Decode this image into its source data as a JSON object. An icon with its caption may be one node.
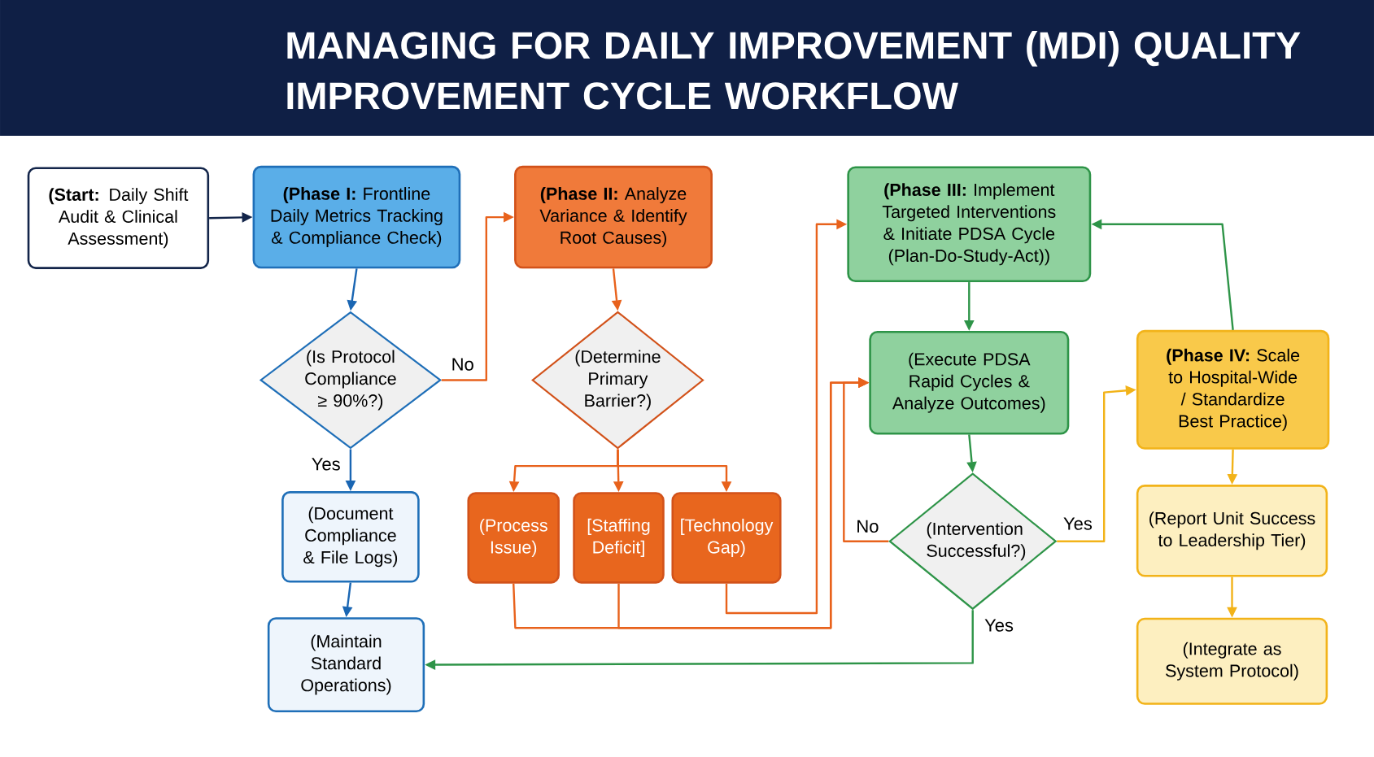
{
  "diagram": {
    "title": "MANAGING FOR DAILY IMPROVEMENT (MDI) QUALITY IMPROVEMENT CYCLE WORKFLOW",
    "nodes": [
      {
        "text": [
          "**(Start:** Daily Shift Audit & Clinical Assessment)"
        ]
      },
      {
        "text": [
          "**(Phase I:** Frontline Daily Metrics Tracking & Compliance Check)"
        ]
      },
      {
        "text": [
          "(Is Protocol Compliance ≥ 90%?)"
        ]
      },
      {
        "text": [
          "(Document Compliance & File Logs)"
        ]
      },
      {
        "text": [
          "(Maintain Standard Operations)"
        ]
      },
      {
        "text": [
          "**(Phase II:** Analyze Variance & Identify Root Causes)"
        ]
      },
      {
        "text": [
          "(Determine Primary Barrier?)"
        ]
      },
      {
        "text": [
          "(Process Issue)"
        ]
      },
      {
        "text": [
          "[Staffing Deficit]"
        ]
      },
      {
        "text": [
          "[Technology Gap)"
        ]
      },
      {
        "text": [
          "**(Phase III:** Implement Targeted Interventions & Initiate PDSA Cycle (Plan-Do-Study-Act))"
        ]
      },
      {
        "text": [
          "(Execute PDSA Rapid Cycles & Analyze Outcomes)"
        ]
      },
      {
        "text": [
          "(Intervention Successful?)"
        ]
      },
      {
        "text": [
          "**(Phase IV:** Scale to Hospital-Wide / Standardize Best Practice)"
        ]
      },
      {
        "text": [
          "(Report Unit Success to Leadership Tier)"
        ]
      },
      {
        "text": [
          "(Integrate as System Protocol)"
        ]
      }
    ],
    "edges": [
      {
        "from": 0,
        "to": 1,
        "arrow": "to",
        "color": "#13254a"
      },
      {
        "from": 1,
        "to": 2,
        "arrow": "to",
        "color": "#1a66b3"
      },
      {
        "from": 2,
        "to": 5,
        "arrow": "to",
        "label": "No",
        "color": "#e8621c"
      },
      {
        "from": 2,
        "to": 3,
        "arrow": "to",
        "label": "Yes",
        "color": "#1a66b3"
      },
      {
        "from": 3,
        "to": 4,
        "arrow": "to",
        "color": "#1a66b3"
      },
      {
        "from": 5,
        "to": 6,
        "arrow": "to",
        "color": "#e8621c"
      },
      {
        "from": 6,
        "to": 7,
        "arrow": "to",
        "color": "#e8621c"
      },
      {
        "from": 6,
        "to": 8,
        "arrow": "to",
        "color": "#e8621c"
      },
      {
        "from": 6,
        "to": 9,
        "arrow": "to",
        "color": "#e8621c"
      },
      {
        "from": 7,
        "to": 11,
        "arrow": "to",
        "color": "#e8621c"
      },
      {
        "from": 8,
        "to": 11,
        "arrow": "to",
        "color": "#e8621c"
      },
      {
        "from": 9,
        "to": 10,
        "arrow": "to",
        "color": "#e8621c"
      },
      {
        "from": 10,
        "to": 11,
        "arrow": "to",
        "color": "#2e9448"
      },
      {
        "from": 11,
        "to": 12,
        "arrow": "to",
        "color": "#2e9448"
      },
      {
        "from": 12,
        "to": 11,
        "arrow": "to",
        "label": "No",
        "color": "#e8621c"
      },
      {
        "from": 12,
        "to": 13,
        "arrow": "to",
        "label": "Yes",
        "color": "#f2b319"
      },
      {
        "from": 12,
        "to": 4,
        "arrow": "to",
        "label": "Yes",
        "color": "#2e9448"
      },
      {
        "from": 13,
        "to": 10,
        "arrow": "to",
        "color": "#2e9448"
      },
      {
        "from": 13,
        "to": 14,
        "arrow": "to",
        "color": "#f2b319"
      },
      {
        "from": 14,
        "to": 15,
        "arrow": "to",
        "color": "#f2b319"
      }
    ]
  }
}
